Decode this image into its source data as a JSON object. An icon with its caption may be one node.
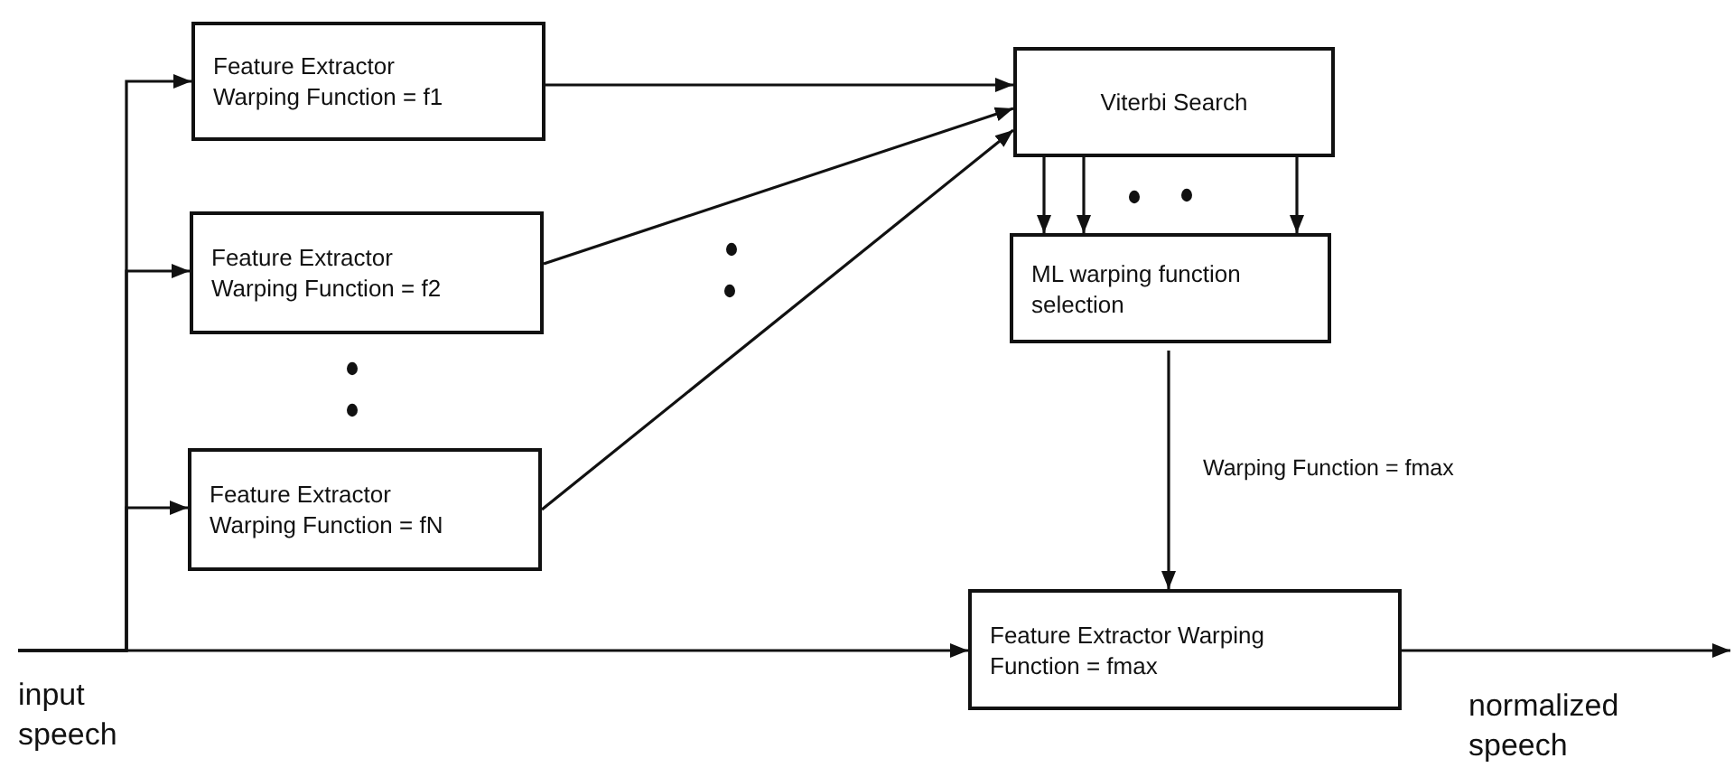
{
  "diagram": {
    "nodes": [
      {
        "text": [
          "input speech"
        ]
      },
      {
        "text": [
          "Feature Extractor Warping Function = f1"
        ]
      },
      {
        "text": [
          "Feature Extractor Warping Function = f2"
        ]
      },
      {
        "text": [
          "Feature Extractor Warping Function = fN"
        ]
      },
      {
        "text": [
          "Viterbi Search"
        ]
      },
      {
        "text": [
          "ML warping function selection"
        ]
      },
      {
        "text": [
          "Feature Extractor Warping Function = fmax"
        ]
      },
      {
        "text": [
          "normalized speech"
        ]
      }
    ],
    "edges": [
      {
        "from": 0,
        "to": 1,
        "arrow": "to"
      },
      {
        "from": 0,
        "to": 2,
        "arrow": "to"
      },
      {
        "from": 0,
        "to": 3,
        "arrow": "to"
      },
      {
        "from": 0,
        "to": 6,
        "arrow": "to"
      },
      {
        "from": 1,
        "to": 4,
        "arrow": "to"
      },
      {
        "from": 2,
        "to": 4,
        "arrow": "to"
      },
      {
        "from": 3,
        "to": 4,
        "arrow": "to"
      },
      {
        "from": 4,
        "to": 5,
        "arrow": "to"
      },
      {
        "from": 4,
        "to": 5,
        "arrow": "to"
      },
      {
        "from": 4,
        "to": 5,
        "arrow": "to"
      },
      {
        "from": 5,
        "to": 6,
        "arrow": "to",
        "label": "Warping Function = fmax"
      },
      {
        "from": 6,
        "to": 7,
        "arrow": "to"
      }
    ]
  }
}
